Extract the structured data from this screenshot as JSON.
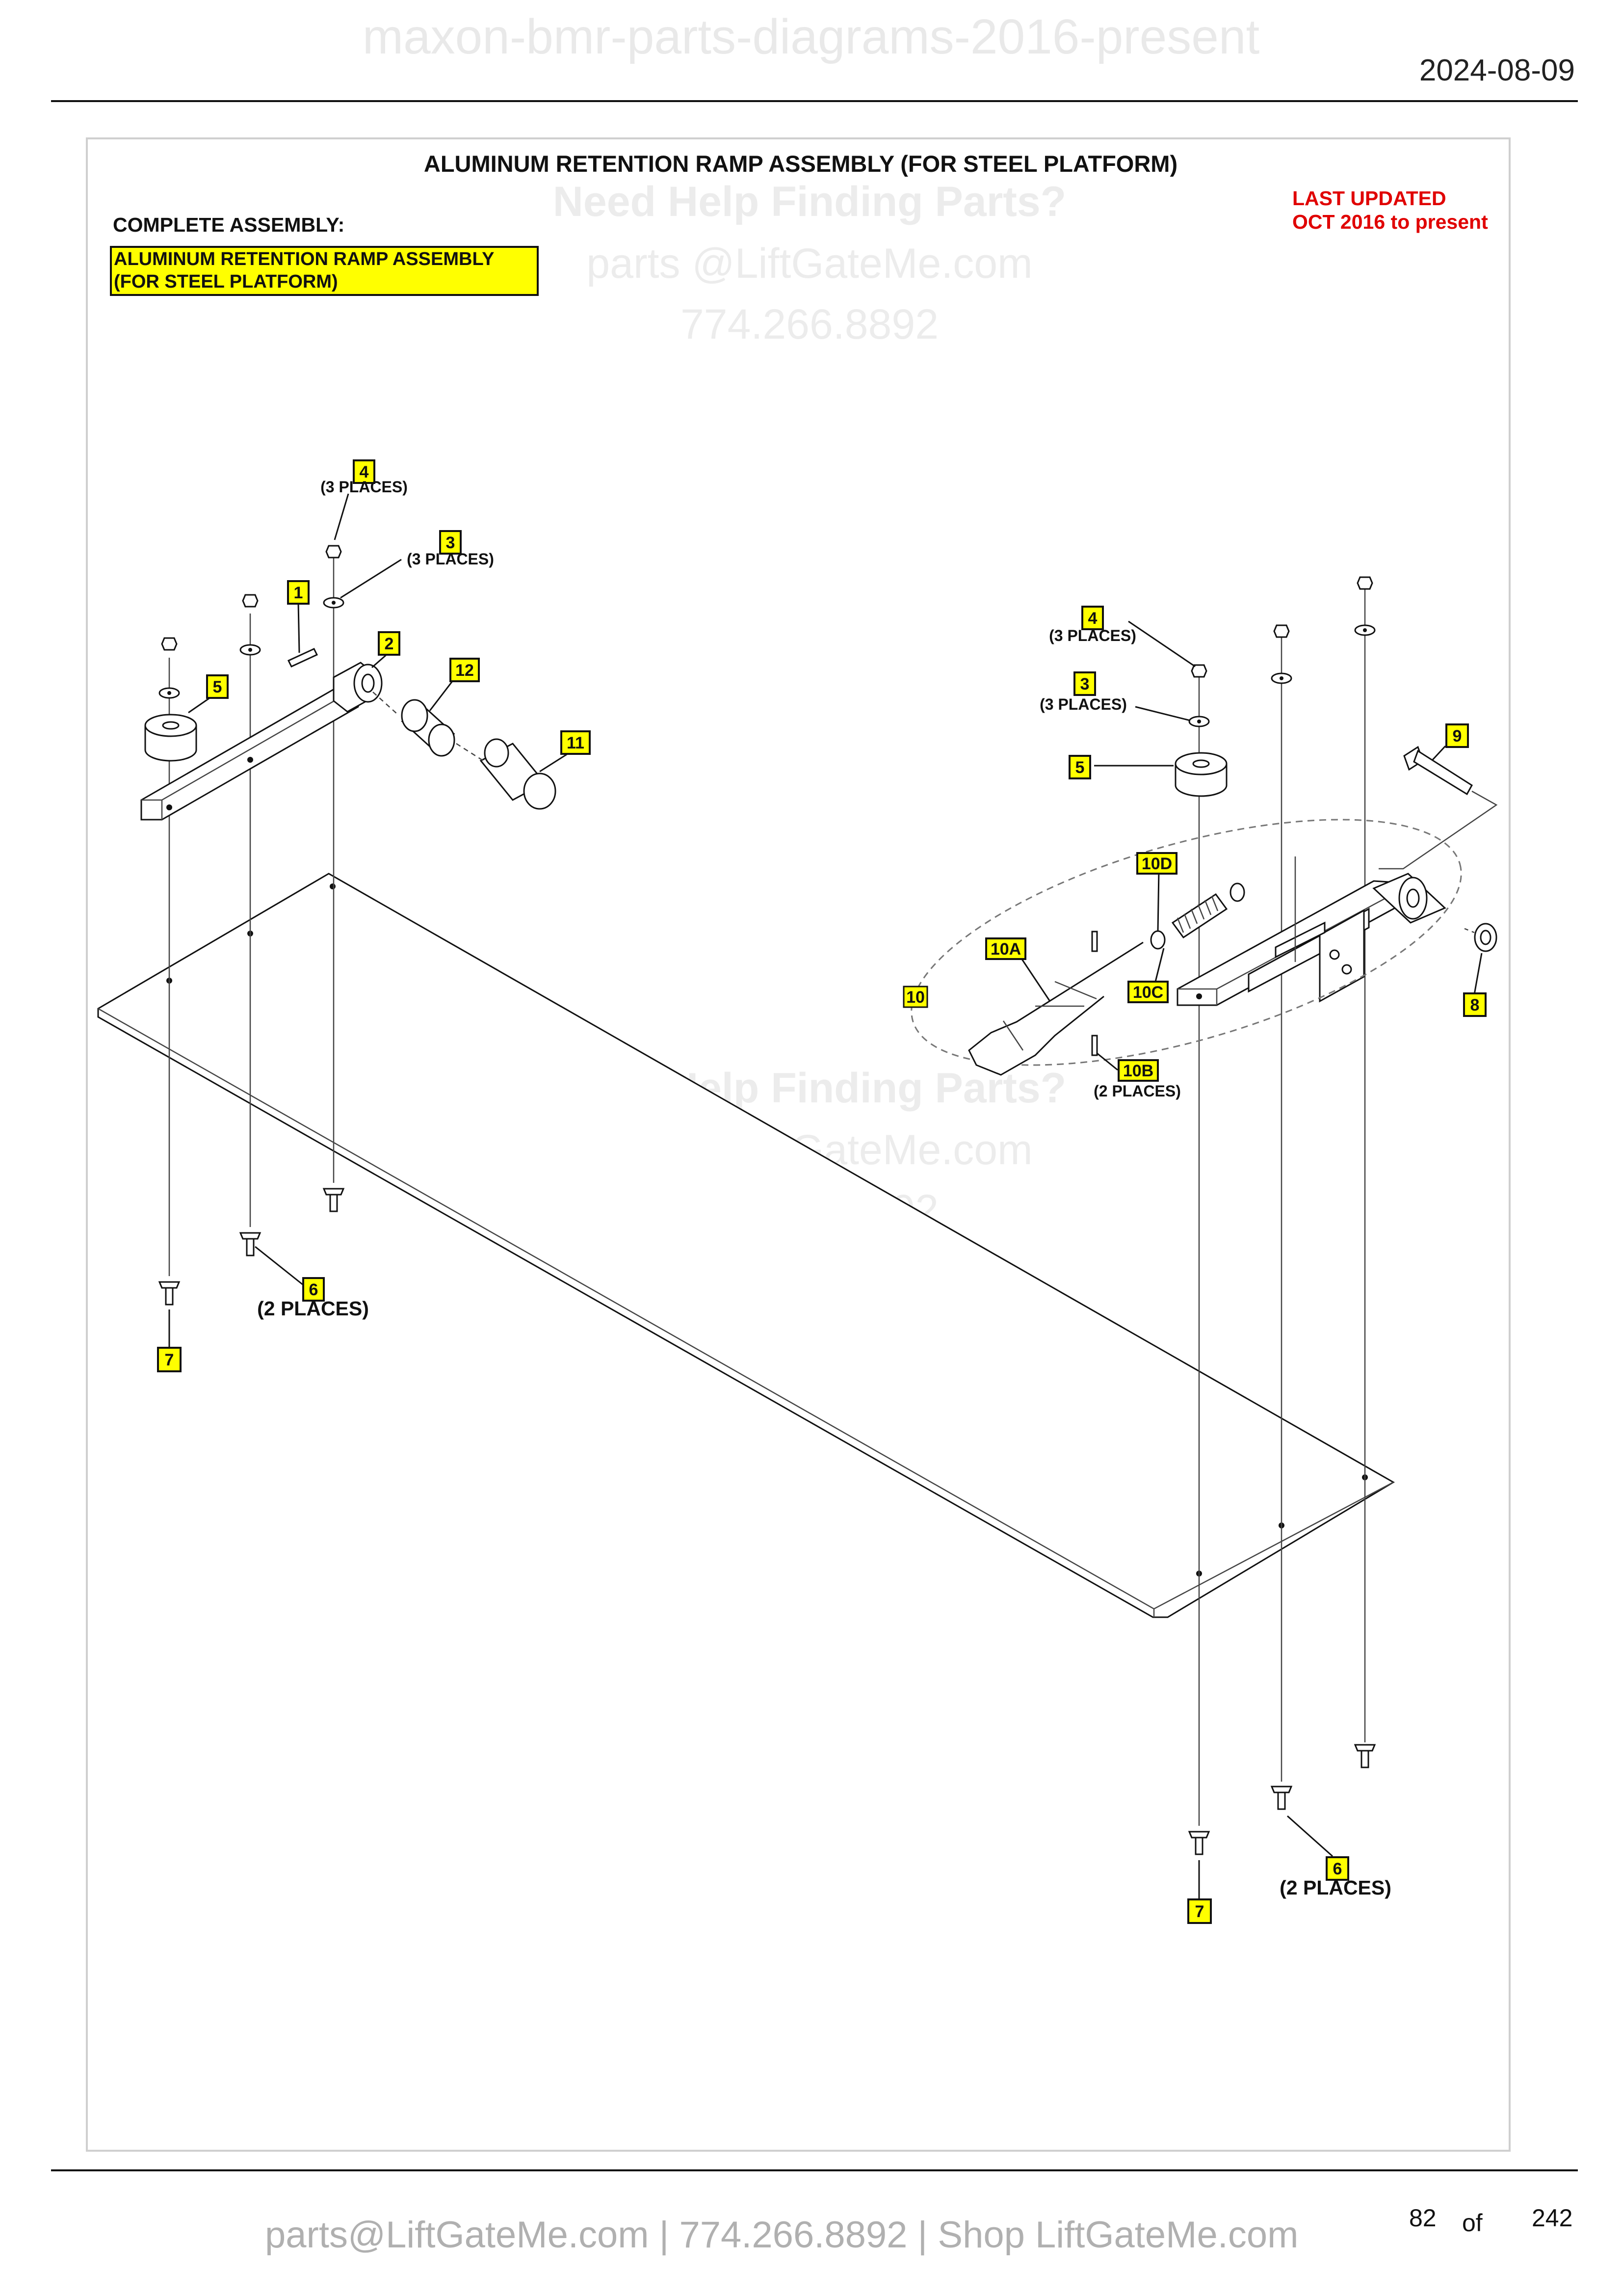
{
  "header": {
    "watermark_title": "maxon-bmr-parts-diagrams-2016-present",
    "date": "2024-08-09"
  },
  "diagram": {
    "title": "ALUMINUM RETENTION RAMP ASSEMBLY (FOR STEEL PLATFORM)",
    "complete_assembly_label": "COMPLETE ASSEMBLY:",
    "highlight_line1": "ALUMINUM RETENTION RAMP ASSEMBLY",
    "highlight_line2": "(FOR STEEL PLATFORM)",
    "last_updated_line1": "LAST UPDATED",
    "last_updated_line2": "OCT 2016 to present",
    "watermark": {
      "line1": "Need Help Finding Parts?",
      "line2": "parts @LiftGateMe.com",
      "line3": "774.266.8892"
    },
    "colors": {
      "highlight": "#ffff00",
      "red": "#e00000"
    },
    "callouts": {
      "c4_left": "4",
      "c4_left_note": "(3 PLACES)",
      "c3_left": "3",
      "c3_left_note": "(3 PLACES)",
      "c1": "1",
      "c2": "2",
      "c12": "12",
      "c11": "11",
      "c5_left": "5",
      "c6_left": "6",
      "c6_left_note": "(2 PLACES)",
      "c7_left": "7",
      "c4_right": "4",
      "c4_right_note": "(3 PLACES)",
      "c3_right": "3",
      "c3_right_note": "(3 PLACES)",
      "c5_right": "5",
      "c9": "9",
      "c10D": "10D",
      "c10A": "10A",
      "c10C": "10C",
      "c10": "10",
      "c10B": "10B",
      "c10B_note": "(2 PLACES)",
      "c8": "8",
      "c6_right": "6",
      "c6_right_note": "(2 PLACES)",
      "c7_right": "7"
    }
  },
  "footer": {
    "contact": "parts@LiftGateMe.com | 774.266.8892 | Shop LiftGateMe.com",
    "page_current": "82",
    "page_of": "of",
    "page_total": "242"
  }
}
